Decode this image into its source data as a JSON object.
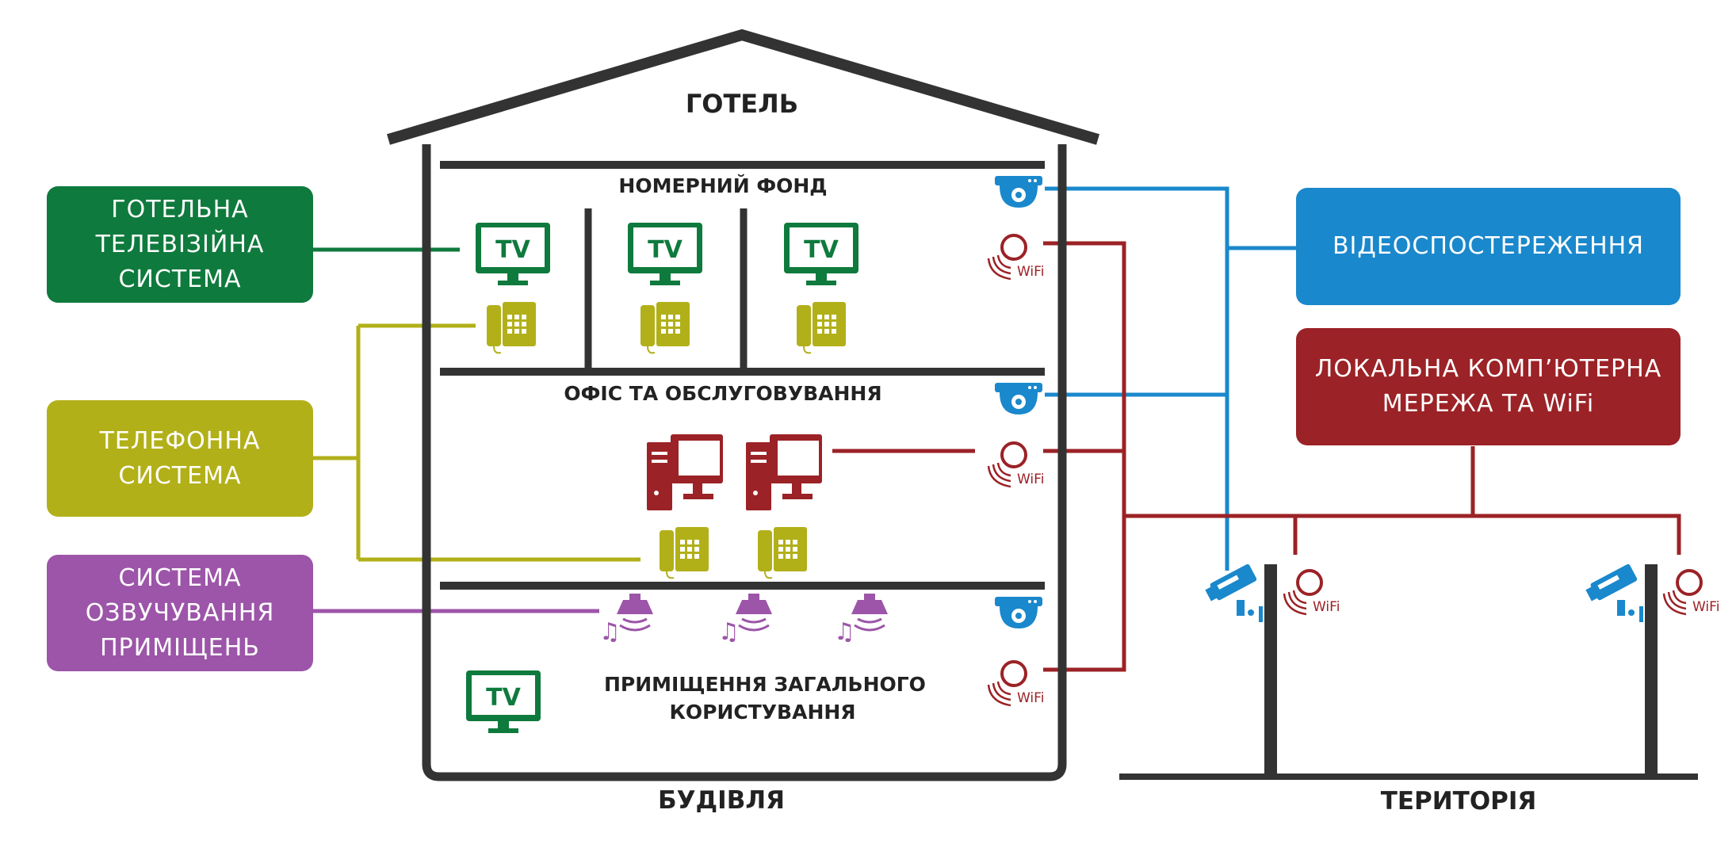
{
  "hotel_label": "ГОТЕЛЬ",
  "building_label": "БУДІВЛЯ",
  "territory_label": "ТЕРИТОРІЯ",
  "floors": {
    "rooms": "НОМЕРНИЙ ФОНД",
    "office": "ОФІС ТА ОБСЛУГОВУВАННЯ",
    "common": [
      "ПРИМІЩЕННЯ ЗАГАЛЬНОГО",
      "КОРИСТУВАННЯ"
    ]
  },
  "systems": {
    "tv": [
      "ГОТЕЛЬНА",
      "ТЕЛЕВІЗІЙНА",
      "СИСТЕМА"
    ],
    "phone": [
      "ТЕЛЕФОННА",
      "СИСТЕМА"
    ],
    "sound": [
      "СИСТЕМА",
      "ОЗВУЧУВАННЯ",
      "ПРИМІЩЕНЬ"
    ],
    "video": [
      "ВІДЕОСПОСТЕРЕЖЕННЯ"
    ],
    "lan": [
      "ЛОКАЛЬНА КОМП’ЮТЕРНА",
      "МЕРЕЖА ТА WiFi"
    ]
  },
  "icon_text": {
    "tv": "TV",
    "wifi": "WiFi"
  },
  "colors": {
    "tv": "#0f7a3d",
    "phone": "#b2b019",
    "sound": "#9c55a8",
    "video": "#1a88cc",
    "lan": "#9b2226",
    "structure": "#333333"
  }
}
